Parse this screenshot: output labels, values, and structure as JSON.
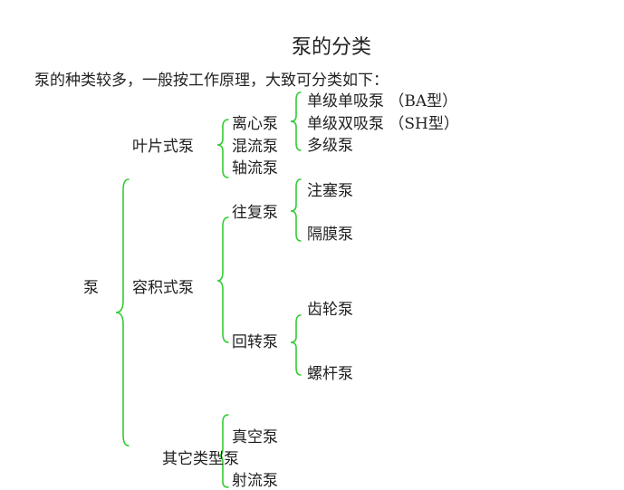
{
  "title": "泵的分类",
  "intro": "泵的种类较多，一般按工作原理，大致可分类如下：",
  "bracket_color": "#33cc33",
  "tree": {
    "root": "泵",
    "vane": {
      "label": "叶片式泵",
      "centrifugal": {
        "label": "离心泵",
        "children": [
          "单级单吸泵 （BA型）",
          "单级双吸泵 （SH型）",
          "多级泵"
        ]
      },
      "mixed_flow": "混流泵",
      "axial_flow": "轴流泵"
    },
    "positive_displacement": {
      "label": "容积式泵",
      "reciprocating": {
        "label": "往复泵",
        "children": [
          "注塞泵",
          "隔膜泵"
        ]
      },
      "rotary": {
        "label": "回转泵",
        "children": [
          "齿轮泵",
          "螺杆泵"
        ]
      }
    },
    "other": {
      "label": "其它类型泵",
      "children": [
        "真空泵",
        "射流泵"
      ]
    }
  }
}
